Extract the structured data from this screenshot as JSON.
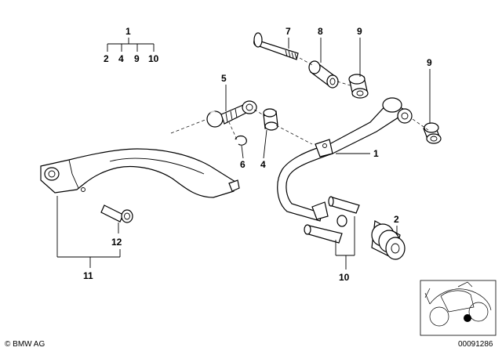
{
  "callouts": {
    "group_top": "1",
    "group_2": "2",
    "group_4": "4",
    "group_9": "9",
    "group_10": "10",
    "c5": "5",
    "c6": "6",
    "c4": "4",
    "c7": "7",
    "c8": "8",
    "c9a": "9",
    "c9b": "9",
    "c1": "1",
    "c2": "2",
    "c10": "10",
    "c12": "12",
    "c11": "11"
  },
  "footer": {
    "copyright": "© BMW AG",
    "doc_number": "00091286"
  }
}
